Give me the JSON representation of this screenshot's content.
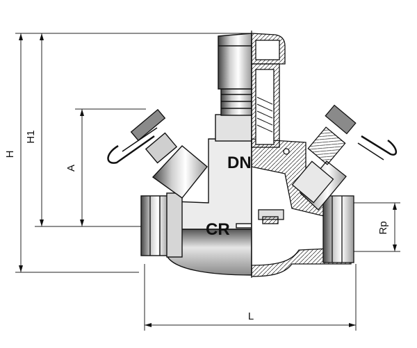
{
  "labels": {
    "dn": "DN",
    "cr": "CR",
    "h": "H",
    "h1": "H1",
    "a": "A",
    "rp": "Rp",
    "l": "L"
  }
}
